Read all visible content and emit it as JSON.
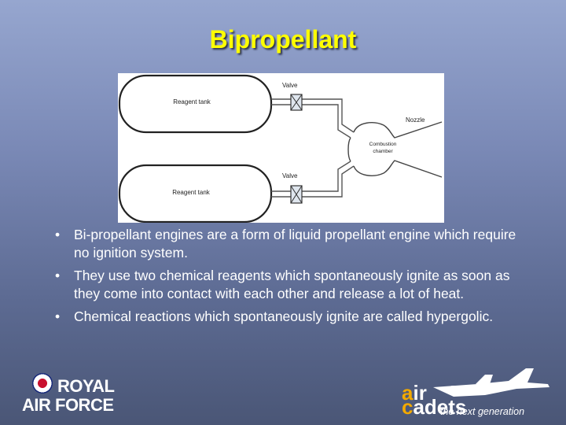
{
  "slide": {
    "title": "Bipropellant"
  },
  "diagram": {
    "tank_top_label": "Reagent tank",
    "tank_bottom_label": "Reagent tank",
    "valve_top_label": "Valve",
    "valve_bottom_label": "Valve",
    "chamber_label_line1": "Combustion",
    "chamber_label_line2": "chamber",
    "nozzle_label": "Nozzle"
  },
  "bullets": [
    "Bi-propellant engines are a form of liquid propellant engine which require no ignition system.",
    "They use two chemical reagents which spontaneously ignite as soon as they come into contact with each other and release a lot of heat.",
    "Chemical reactions which spontaneously ignite are called hypergolic."
  ],
  "bullet_glyph": "•",
  "logos": {
    "raf_line1": "ROYAL",
    "raf_line2": "AIR FORCE",
    "cadets_air_initial": "a",
    "cadets_air_rest": "ir",
    "cadets_cadets_initial": "c",
    "cadets_cadets_rest": "adets",
    "cadets_tagline": "the next generation"
  },
  "colors": {
    "title": "#ffff00",
    "text": "#ffffff",
    "cadets_accent": "#f2a900"
  }
}
